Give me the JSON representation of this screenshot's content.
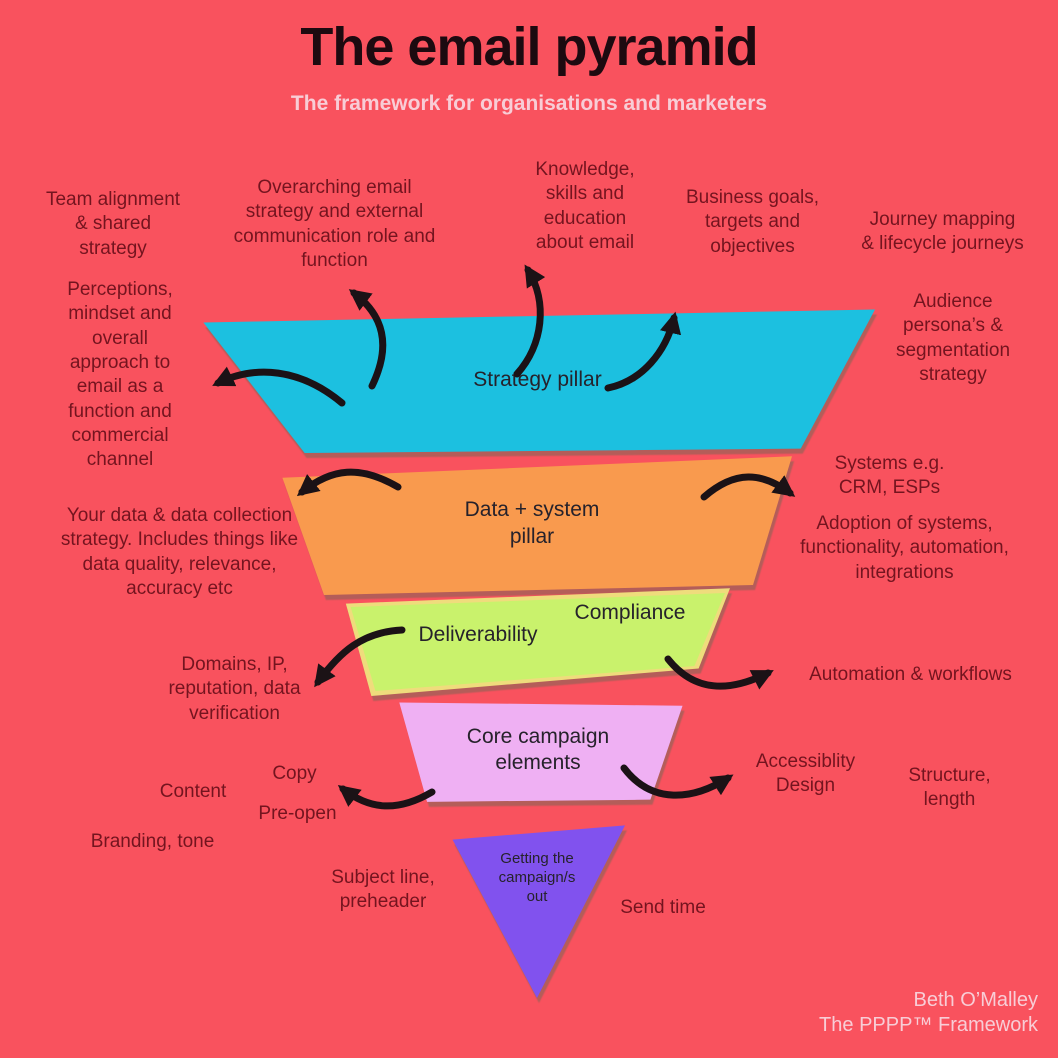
{
  "title": "The email pyramid",
  "subtitle": "The framework for organisations and marketers",
  "colors": {
    "background": "#f9525e",
    "title": "#1d0a10",
    "label": "#74141f",
    "light_text": "#f8cdd6",
    "strategy": "#1cc0e0",
    "data": "#f99a4e",
    "deliverability": "#c9f26c",
    "deliverability_border": "#efdc7c",
    "core": "#efb0f3",
    "send": "#8152ee",
    "arrow": "#1b1216"
  },
  "pyramid": {
    "strategy_label": "Strategy pillar",
    "data_label": "Data + system\npillar",
    "deliverability_label": "Deliverability",
    "compliance_label": "Compliance",
    "core_label": "Core campaign\nelements",
    "send_label": "Getting the\ncampaign/s\nout"
  },
  "annotations": {
    "team_alignment": "Team alignment\n& shared\nstrategy",
    "overarching": "Overarching email\nstrategy and external\ncommunication role and\nfunction",
    "knowledge": "Knowledge,\nskills and\neducation\nabout email",
    "business_goals": "Business goals,\ntargets and\nobjectives",
    "journey_mapping": "Journey mapping\n& lifecycle journeys",
    "perceptions": "Perceptions,\nmindset and\noverall\napproach to\nemail as a\nfunction and\ncommercial\nchannel",
    "audience": "Audience\npersona’s &\nsegmentation\nstrategy",
    "systems": "Systems e.g.\nCRM, ESPs",
    "your_data": "Your data & data collection\nstrategy. Includes things like\ndata quality, relevance,\naccuracy etc",
    "adoption": "Adoption of systems,\nfunctionality, automation,\nintegrations",
    "domains": "Domains, IP,\nreputation, data\nverification",
    "automation": "Automation & workflows",
    "copy": "Copy",
    "pre_open": "Pre-open",
    "content": "Content",
    "branding": "Branding, tone",
    "accessibility": "Accessiblity\nDesign",
    "structure": "Structure,\nlength",
    "subject_line": "Subject line,\npreheader",
    "send_time": "Send time"
  },
  "credits": {
    "line1": "Beth O’Malley",
    "line2": "The PPPP™ Framework"
  }
}
